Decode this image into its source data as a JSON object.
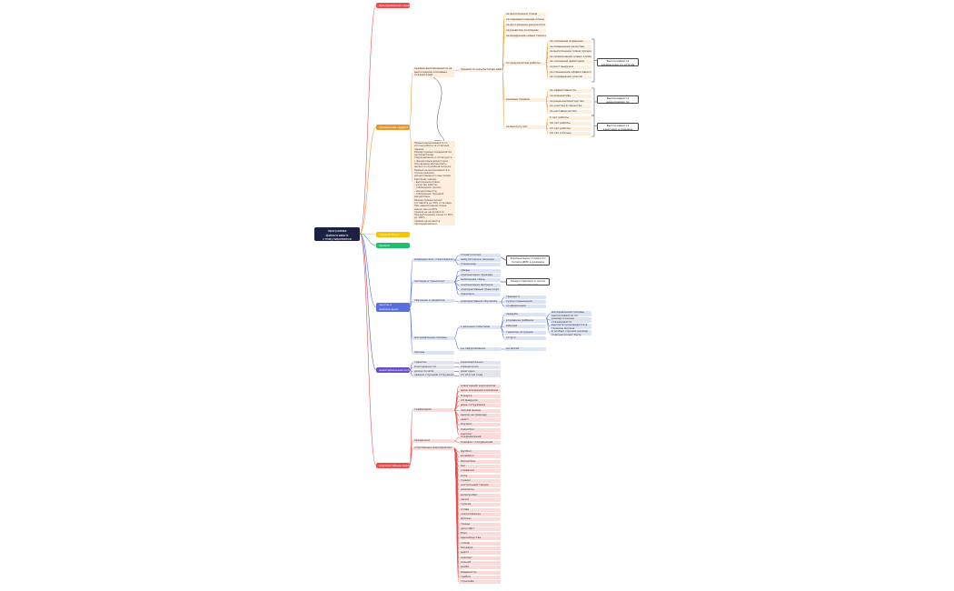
{
  "root": {
    "title": "программа финансового стимулирования",
    "subtitle": "(мотивации) сотрудников"
  },
  "colors": {
    "red": "#ef4d4d",
    "orange": "#e8962e",
    "yellow": "#f5c400",
    "green": "#1fbf6e",
    "blue": "#5b6fd8",
    "purple": "#6b4fc8",
    "root": "#1b2140"
  },
  "branches": {
    "b1": "фиксированная заработная плата",
    "b2": "переменная заработная плата",
    "b3": "годовой бонус",
    "b4": "премии",
    "b5": "льготы и компенсации, социальный пакет",
    "b6": "нематериальная мотивация",
    "b7": "корпоративные мероприятия"
  },
  "orange": {
    "intro": "премия по результатам работы (KPI)",
    "sub1": "по результатам работы",
    "sub2": "разовые премии",
    "sub3": "за выслугу лет",
    "top_items": [
      "за выполнение плана",
      "за перевыполнение плана",
      "за достижение результата",
      "за развитие компании",
      "за внедрение новых технологий"
    ],
    "list_a": [
      "за снижение издержек",
      "за повышение качества",
      "за выполнение плана продаж",
      "за привлечение новых клиентов, за сохранение существующих клиентов",
      "за снижение дебиторки",
      "за рост выручки",
      "за повышение эффективности",
      "за сокращение сроков"
    ],
    "list_b": [
      "за эффективность",
      "за инициативу",
      "за рационализаторство",
      "за участие в проектах",
      "за наставничество"
    ],
    "list_c": [
      "5 лет работы",
      "10 лет работы",
      "15 лет работы",
      "20 лет и более"
    ],
    "note1": "Выплачивается ежемесячно по итогам выполнения KPI",
    "note2": "Выплачивается единоразово по решению руководителя",
    "note3": "Выплачивается ежегодно в размере процента от оклада",
    "desc1": "премия выплачивается за выполнение ключевых показателей эффективности",
    "desc2": "Премия выплачивается по итогам работы за отчётный период.\nРазмер премии определяется руководителем\nподразделения и согласуется с финансовым директором.\nОснованием для выплаты является служебная записка.\nПремия не выплачивается в случае наличия\nдисциплинарного взыскания.\nКритерии оценки:\n- выполнение плана;\n- качество работы;\n- соблюдение сроков;\n- инициативность;\n- соблюдение трудовой дисциплины.\nРазмер премии может составлять до 30% от оклада.\nПри невыполнении плана менее чем на 80%\nпремия не начисляется.\nПри выполнении плана от 80% до 100%\nпремия начисляется пропорционально.\nПри перевыполнении плана более 100%\nпремия увеличивается на коэффициент 1,2.\nРешение о выплате премии принимается\nкомиссией в составе руководителя,\nHR-менеджера и финансового директора.\nПремия выплачивается вместе с заработной\nплатой за месяц, следующий за отчётным.\nСотрудник вправе обжаловать решение."
  },
  "blue": {
    "cat1": "медицинское страхование (ДМС)",
    "cat1_items": [
      "стоматология",
      "амбулаторное лечение",
      "стационар"
    ],
    "cat2": "питание и транспорт",
    "cat2_items": [
      "обеды",
      "компенсация проезда",
      "мобильная связь",
      "компенсация фитнеса",
      "корпоративный транспорт",
      "парковка"
    ],
    "cat3": "обучение и развитие",
    "cat3_mid": "корпоративное обучение",
    "cat3_items": [
      "тренинги",
      "курсы повышения",
      "конференции"
    ],
    "cat4": "материальная помощь",
    "cat4_mid": "к важным событиям",
    "cat4_items": [
      "свадьба",
      "рождение ребёнка",
      "юбилей",
      "тяжёлая ситуация",
      "отпуск"
    ],
    "cat4_sub": [
      "на оздоровление",
      "на детей"
    ],
    "cat5": "прочее",
    "note1": "Компенсация стоимости полиса ДМС в размере 100% для сотрудников со стажем более 1 года",
    "note2": "Предоставляется после прохождения испытательного срока",
    "descs": [
      "материальная помощь выплачивается по заявлению сотрудника",
      "размер помощи определяется руководством компании",
      "выплата производится в течение месяца",
      "в особых случаях размер помощи может быть увеличен по решению генерального директора компании"
    ]
  },
  "purple": {
    "items": [
      "грамоты",
      "благодарности",
      "доска почёта",
      "звание «лучший сотрудник»"
    ],
    "values": [
      "ежеквартально",
      "ежемесячно",
      "ежегодно",
      "по итогам года"
    ]
  },
  "red": {
    "head1": "тимбилдинг",
    "head2": "праздники",
    "head3": "спортивные мероприятия",
    "list1": [
      "новогодний корпоратив",
      "день рождения компании",
      "8 марта",
      "23 февраля",
      "день сотрудника",
      "летний выезд",
      "выезд на природу",
      "квест",
      "боулинг",
      "пейнтбол",
      "картинг"
    ],
    "list2": [
      "поздравления",
      "подарки сотрудникам"
    ],
    "list3": [
      "футбол",
      "волейбол",
      "баскетбол",
      "бег",
      "плавание",
      "йога",
      "теннис",
      "настольный теннис",
      "шахматы",
      "велопробег",
      "лыжи",
      "туризм",
      "сплав",
      "скалолазание",
      "фитнес",
      "танцы",
      "кроссфит",
      "бокс",
      "единоборства",
      "гольф",
      "бильярд",
      "дартс",
      "керлинг",
      "хоккей",
      "регби",
      "бадминтон",
      "гребля",
      "стрельба"
    ]
  }
}
